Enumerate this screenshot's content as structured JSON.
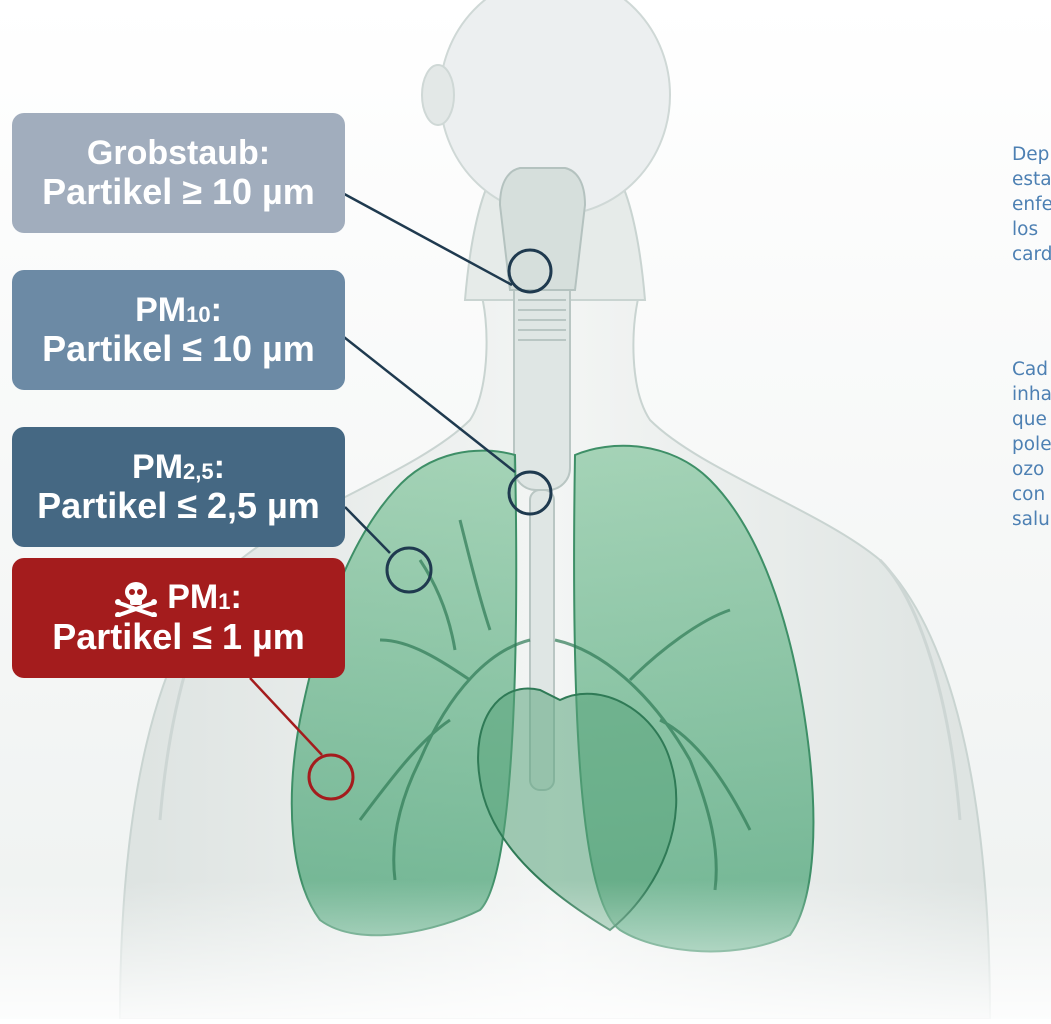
{
  "labels": {
    "coarse": {
      "line1": "Grobstaub:",
      "line2": "Partikel ≥ 10 µm",
      "color": "#a1adbd"
    },
    "pm10": {
      "prefix": "PM",
      "sub": "10",
      "suffix": ":",
      "line2": "Partikel ≤ 10 µm",
      "color": "#6c8aa5"
    },
    "pm25": {
      "prefix": "PM",
      "sub": "2,5",
      "suffix": ":",
      "line2": "Partikel ≤ 2,5 µm",
      "color": "#456883"
    },
    "pm1": {
      "icon": "skull-crossbones-icon",
      "prefix": "PM",
      "sub": "1",
      "suffix": ":",
      "line2": "Partikel ≤ 1 µm",
      "color": "#a41c1d"
    }
  },
  "side_text": {
    "paragraph1": [
      "Dep",
      "esta",
      "enfe",
      "los",
      "card"
    ],
    "paragraph2": [
      "Cad",
      "inha",
      "que",
      "pole",
      "ozo",
      "con",
      "salu"
    ],
    "color": "#4d80b3"
  },
  "colors": {
    "lung_fill": "#6fb98f",
    "body_outline": "#c9d4d1",
    "marker_dark": "#1f3a4f",
    "marker_red": "#a41c1d"
  }
}
